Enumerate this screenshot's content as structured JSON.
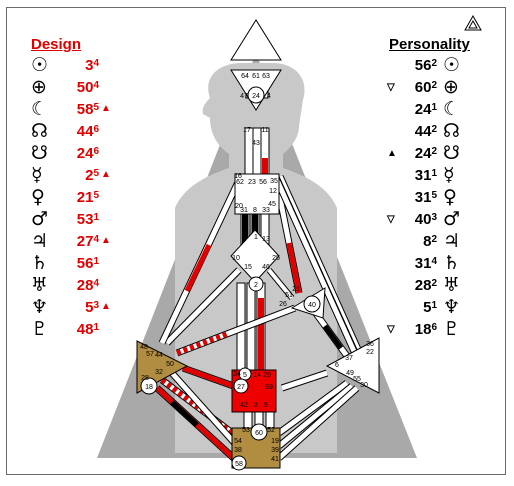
{
  "design_column": {
    "title": "Design",
    "rows": [
      {
        "planet": "Sun",
        "symbol": "☉",
        "gate": "3",
        "line": "4",
        "arrow": ""
      },
      {
        "planet": "Earth",
        "symbol": "⊕",
        "gate": "50",
        "line": "4",
        "arrow": ""
      },
      {
        "planet": "Moon",
        "symbol": "☾",
        "gate": "58",
        "line": "5",
        "arrow": "▲"
      },
      {
        "planet": "North Node",
        "symbol": "☊",
        "gate": "44",
        "line": "6",
        "arrow": ""
      },
      {
        "planet": "South Node",
        "symbol": "☋",
        "gate": "24",
        "line": "6",
        "arrow": ""
      },
      {
        "planet": "Mercury",
        "symbol": "☿",
        "gate": "2",
        "line": "5",
        "arrow": "▲"
      },
      {
        "planet": "Venus",
        "symbol": "♀",
        "gate": "21",
        "line": "5",
        "arrow": ""
      },
      {
        "planet": "Mars",
        "symbol": "♂",
        "gate": "53",
        "line": "1",
        "arrow": ""
      },
      {
        "planet": "Jupiter",
        "symbol": "♃",
        "gate": "27",
        "line": "4",
        "arrow": "▲"
      },
      {
        "planet": "Saturn",
        "symbol": "♄",
        "gate": "56",
        "line": "1",
        "arrow": ""
      },
      {
        "planet": "Uranus",
        "symbol": "♅",
        "gate": "28",
        "line": "4",
        "arrow": ""
      },
      {
        "planet": "Neptune",
        "symbol": "♆",
        "gate": "5",
        "line": "3",
        "arrow": "▲"
      },
      {
        "planet": "Pluto",
        "symbol": "♇",
        "gate": "48",
        "line": "1",
        "arrow": ""
      }
    ]
  },
  "personality_column": {
    "title": "Personality",
    "rows": [
      {
        "planet": "Sun",
        "symbol": "☉",
        "gate": "56",
        "line": "2",
        "arrow": ""
      },
      {
        "planet": "Earth",
        "symbol": "⊕",
        "gate": "60",
        "line": "2",
        "arrow": "▽"
      },
      {
        "planet": "Moon",
        "symbol": "☾",
        "gate": "24",
        "line": "1",
        "arrow": ""
      },
      {
        "planet": "North Node",
        "symbol": "☊",
        "gate": "44",
        "line": "2",
        "arrow": ""
      },
      {
        "planet": "South Node",
        "symbol": "☋",
        "gate": "24",
        "line": "2",
        "arrow": "▲"
      },
      {
        "planet": "Mercury",
        "symbol": "☿",
        "gate": "31",
        "line": "1",
        "arrow": ""
      },
      {
        "planet": "Venus",
        "symbol": "♀",
        "gate": "31",
        "line": "5",
        "arrow": ""
      },
      {
        "planet": "Mars",
        "symbol": "♂",
        "gate": "40",
        "line": "3",
        "arrow": "▽"
      },
      {
        "planet": "Jupiter",
        "symbol": "♃",
        "gate": "8",
        "line": "2",
        "arrow": ""
      },
      {
        "planet": "Saturn",
        "symbol": "♄",
        "gate": "31",
        "line": "4",
        "arrow": ""
      },
      {
        "planet": "Uranus",
        "symbol": "♅",
        "gate": "28",
        "line": "2",
        "arrow": ""
      },
      {
        "planet": "Neptune",
        "symbol": "♆",
        "gate": "5",
        "line": "1",
        "arrow": ""
      },
      {
        "planet": "Pluto",
        "symbol": "♇",
        "gate": "18",
        "line": "6",
        "arrow": "▽"
      }
    ]
  },
  "bodygraph": {
    "corner_icon": "triangle-logo-icon",
    "centers": {
      "head": {
        "label": "Head",
        "defined": false,
        "gates": [
          "64",
          "61",
          "63"
        ]
      },
      "ajna": {
        "label": "Ajna",
        "defined": false,
        "gates": [
          "47",
          "24",
          "4",
          "17",
          "11",
          "43"
        ]
      },
      "throat": {
        "label": "Throat",
        "defined": false,
        "gates": [
          "62",
          "23",
          "56",
          "16",
          "35",
          "12",
          "45",
          "31",
          "8",
          "33",
          "20"
        ]
      },
      "g": {
        "label": "G",
        "defined": false,
        "gates": [
          "7",
          "1",
          "13",
          "10",
          "15",
          "46",
          "25",
          "2"
        ]
      },
      "heart": {
        "label": "Heart",
        "defined": false,
        "gates": [
          "21",
          "51",
          "26",
          "40"
        ]
      },
      "spleen": {
        "label": "Spleen",
        "defined": true,
        "gates": [
          "48",
          "57",
          "44",
          "50",
          "32",
          "28",
          "18"
        ]
      },
      "solar_plexus": {
        "label": "Solar Plexus",
        "defined": false,
        "gates": [
          "36",
          "22",
          "37",
          "6",
          "49",
          "55",
          "30"
        ]
      },
      "sacral": {
        "label": "Sacral",
        "defined": true,
        "gates": [
          "5",
          "14",
          "29",
          "34",
          "27",
          "59",
          "42",
          "3",
          "9"
        ]
      },
      "root": {
        "label": "Root",
        "defined": true,
        "gates": [
          "53",
          "60",
          "52",
          "54",
          "58",
          "38",
          "39",
          "41",
          "19"
        ]
      }
    },
    "colors": {
      "defined_spleen_root": "#b08d40",
      "defined_sacral": "#ee0000",
      "design": "#e00000",
      "personality": "#000000",
      "silhouette": "#c8c8c8",
      "background_triangle": "#a9a9a9"
    }
  }
}
